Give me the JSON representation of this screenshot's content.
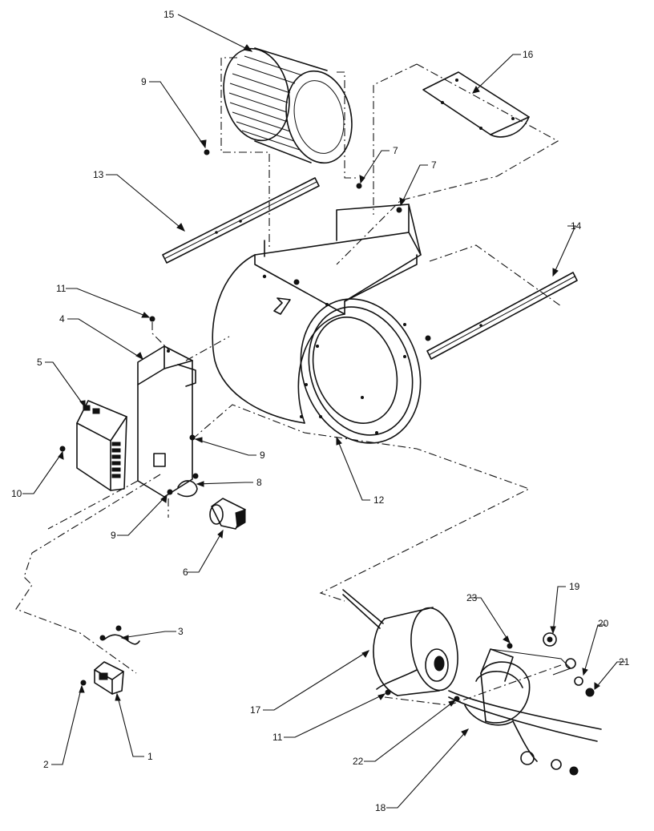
{
  "diagram": {
    "callouts": [
      {
        "id": "c1",
        "label": "1"
      },
      {
        "id": "c2",
        "label": "2"
      },
      {
        "id": "c3",
        "label": "3"
      },
      {
        "id": "c4",
        "label": "4"
      },
      {
        "id": "c5",
        "label": "5"
      },
      {
        "id": "c6",
        "label": "6"
      },
      {
        "id": "c7a",
        "label": "7"
      },
      {
        "id": "c7b",
        "label": "7"
      },
      {
        "id": "c8",
        "label": "8"
      },
      {
        "id": "c9a",
        "label": "9"
      },
      {
        "id": "c9b",
        "label": "9"
      },
      {
        "id": "c9c",
        "label": "9"
      },
      {
        "id": "c10",
        "label": "10"
      },
      {
        "id": "c11a",
        "label": "11"
      },
      {
        "id": "c11b",
        "label": "11"
      },
      {
        "id": "c12",
        "label": "12"
      },
      {
        "id": "c13",
        "label": "13"
      },
      {
        "id": "c14",
        "label": "14"
      },
      {
        "id": "c15",
        "label": "15"
      },
      {
        "id": "c16",
        "label": "16"
      },
      {
        "id": "c17",
        "label": "17"
      },
      {
        "id": "c18",
        "label": "18"
      },
      {
        "id": "c19",
        "label": "19"
      },
      {
        "id": "c20",
        "label": "20"
      },
      {
        "id": "c21",
        "label": "21"
      },
      {
        "id": "c22",
        "label": "22"
      },
      {
        "id": "c23",
        "label": "23"
      }
    ]
  }
}
